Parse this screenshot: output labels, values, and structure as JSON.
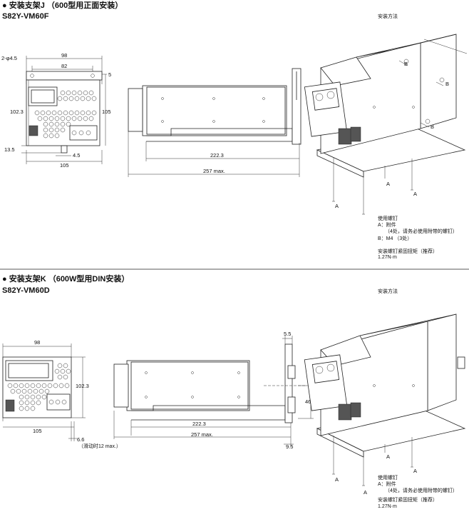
{
  "sections": [
    {
      "title": "● 安装支架J （600型用正面安装）",
      "model": "S82Y-VM60F",
      "method_label": "安装方法",
      "front_dims": {
        "top_width": "98",
        "inner_width": "82",
        "right_offset": "5",
        "hole_spec": "2-φ4.5",
        "left_height": "102.3",
        "right_height": "105",
        "bottom_offset": "13.5",
        "bottom_small": "4.5",
        "bottom_width": "105"
      },
      "side_dims": {
        "inner_length": "222.3",
        "total_length": "257 max."
      },
      "iso_labels": {
        "a": "A",
        "b": "B"
      },
      "notes": {
        "screws": "使用螺钉",
        "a_line": "A：附件",
        "a_detail": "（4处，请务必使用附带的螺钉）",
        "b_line": "B：M4 （3处）",
        "torque_title": "安装螺钉紧固扭矩（推荐）",
        "torque_value": "1.27N·m"
      }
    },
    {
      "title": "● 安装支架K （600W型用DIN安装）",
      "model": "S82Y-VM60D",
      "method_label": "安装方法",
      "front_dims": {
        "top_width": "98",
        "right_height": "102.3",
        "bottom_width": "105",
        "slide_offset": "6.6",
        "slide_note": "（滑动时12 max.）"
      },
      "side_dims": {
        "inner_length": "222.3",
        "total_length": "257 max.",
        "top_small": "5.5",
        "rail_height": "46",
        "bottom_small": "9.5"
      },
      "iso_labels": {
        "a": "A"
      },
      "notes": {
        "screws": "使用螺钉",
        "a_line": "A：附件",
        "a_detail": "（4处，请务必使用附带的螺钉）",
        "torque_title": "安装螺钉紧固扭矩（推荐）",
        "torque_value": "1.27N·m"
      }
    }
  ]
}
